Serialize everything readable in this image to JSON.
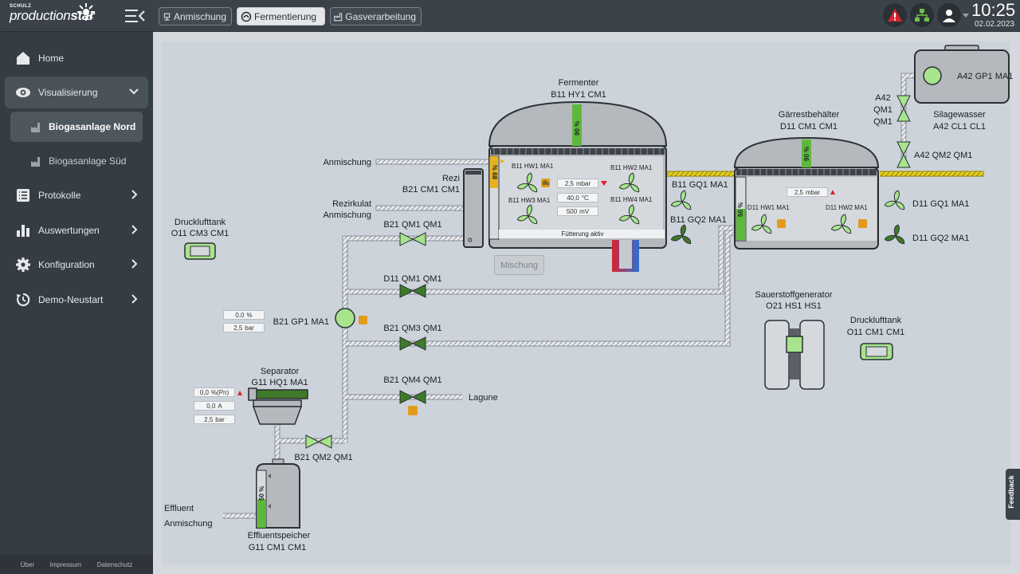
{
  "brand": {
    "small": "SCHULZ",
    "name_a": "production",
    "name_b": "star"
  },
  "tabs": [
    {
      "label": "Anmischung"
    },
    {
      "label": "Fermentierung"
    },
    {
      "label": "Gasverarbeitung"
    }
  ],
  "clock": {
    "time": "10:25",
    "date": "02.02.2023"
  },
  "sidebar": {
    "items": [
      {
        "label": "Home",
        "icon": "home-icon"
      },
      {
        "label": "Visualisierung",
        "icon": "eye-icon"
      },
      {
        "label": "Protokolle",
        "icon": "list-icon"
      },
      {
        "label": "Auswertungen",
        "icon": "bar-chart-icon"
      },
      {
        "label": "Konfiguration",
        "icon": "gear-icon"
      },
      {
        "label": "Demo-Neustart",
        "icon": "restart-icon"
      }
    ],
    "sub_items": [
      {
        "label": "Biogasanlage Nord"
      },
      {
        "label": "Biogasanlage Süd"
      }
    ],
    "footer": [
      "Über",
      "Impressum",
      "Datenschutz"
    ]
  },
  "feedback": "Feedback",
  "diagram": {
    "fermenter": {
      "title": "Fermenter",
      "id": "B11 HY1 CM1",
      "level": "90 %",
      "level_left": "89 %",
      "mixers": [
        "B11 HW1 MA1",
        "B11 HW2 MA1",
        "B11 HW3 MA1",
        "B11 HW4 MA1"
      ],
      "pressure_value": "2,5",
      "pressure_unit": "mbar",
      "temp_value": "40,0",
      "temp_unit": "°C",
      "mv_value": "500",
      "mv_unit": "mV",
      "status": "Fütterung aktiv"
    },
    "gaerrest": {
      "title": "Gärrestbehälter",
      "id": "D11 CM1 CM1",
      "level_top": "90 %",
      "level_side": "50 %",
      "mixers": [
        "D11 HW1 MA1",
        "D11 HW2 MA1"
      ],
      "pressure_value": "2,5",
      "pressure_unit": "mbar"
    },
    "silage": {
      "title": "Silagewasser",
      "id": "A42 CL1 CL1",
      "pump": "A42 GP1 MA1"
    },
    "valves": {
      "a42_qm1_l1": "A42",
      "a42_qm1_l2": "QM1",
      "a42_qm1_l3": "QM1",
      "a42_qm2": "A42 QM2 QM1",
      "b21_qm1": "B21 QM1 QM1",
      "d11_qm1": "D11 QM1 QM1",
      "b21_qm3": "B21 QM3 QM1",
      "b21_qm4": "B21 QM4 QM1",
      "b21_qm2": "B21 QM2 QM1"
    },
    "fans": {
      "b11_gq1": "B11 GQ1 MA1",
      "b11_gq2": "B11 GQ2 MA1",
      "d11_gq1": "D11 GQ1 MA1",
      "d11_gq2": "D11 GQ2 MA1"
    },
    "labels": {
      "anmischung": "Anmischung",
      "rezi": "Rezi",
      "rezi_id": "B21 CM1 CM1",
      "rezirkulat": "Rezirkulat",
      "rezirkulat2": "Anmischung",
      "druckluft_left": "Drucklufttank",
      "druckluft_left_id": "O11 CM3 CM1",
      "druckluft_right": "Drucklufttank",
      "druckluft_right_id": "O11 CM1 CM1",
      "sauerstoff": "Sauerstoffgenerator",
      "sauerstoff_id": "O21 HS1 HS1",
      "pump_b21": "B21 GP1 MA1",
      "separator": "Separator",
      "separator_id": "G11 HQ1 MA1",
      "lagune": "Lagune",
      "effluent": "Effluent",
      "effluent2": "Anmischung",
      "effluentspeicher": "Effluentspeicher",
      "effluentspeicher_id": "G11 CM1 CM1",
      "effluent_level": "50 %"
    },
    "mischung_button": "Mischung",
    "pump_readouts": [
      {
        "value": "0,0",
        "unit": "%"
      },
      {
        "value": "2,5",
        "unit": "bar"
      }
    ],
    "separator_readouts": [
      {
        "value": "0,0",
        "unit": "%(Pn)"
      },
      {
        "value": "0,0",
        "unit": "A"
      },
      {
        "value": "2,5",
        "unit": "bar"
      }
    ]
  },
  "colors": {
    "accent_green": "#6cc24a",
    "alarm_red": "#d9232e",
    "yellow_pipe": "#e8d21d"
  }
}
